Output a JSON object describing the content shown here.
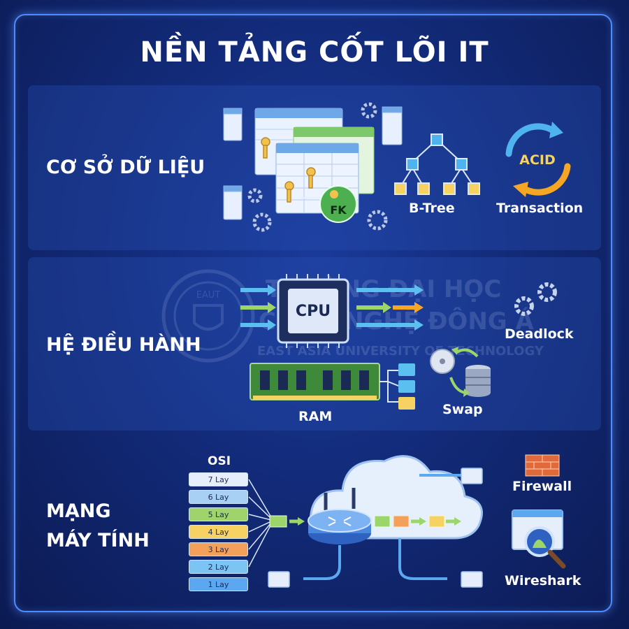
{
  "title": "NỀN TẢNG CỐT LÕI IT",
  "sections": {
    "database": {
      "label": "CƠ SỞ DỮ LIỆU",
      "fk_badge": "FK",
      "btree_label": "B-Tree",
      "acid_badge": "ACID",
      "transaction_label": "Transaction"
    },
    "os": {
      "label": "HỆ ĐIỀU HÀNH",
      "cpu_label": "CPU",
      "deadlock_label": "Deadlock",
      "ram_label": "RAM",
      "swap_label": "Swap"
    },
    "network": {
      "label_line1": "MẠNG",
      "label_line2": "MÁY TÍNH",
      "osi_title": "OSI",
      "layers": [
        "7 Lay",
        "6 Lay",
        "5 Lay",
        "4 Lay",
        "3 Lay",
        "2 Lay",
        "1 Lay"
      ],
      "firewall_label": "Firewall",
      "wireshark_label": "Wireshark"
    }
  },
  "watermark": {
    "line1": "TRƯỜNG ĐẠI HỌC",
    "line2": "CÔNG NGHỆ ĐÔNG Á",
    "line3": "EAST ASIA UNIVERSITY OF TECHNOLOGY",
    "seal_text": "EAUT"
  },
  "colors": {
    "background": "#122a78",
    "frame": "#4d8cff",
    "panel": "#1e3f96",
    "table_header": "#6fa8e8",
    "key": "#f2c14e",
    "fk_badge": "#4caf50",
    "acid_blue": "#4fb3f0",
    "acid_orange": "#f5a623",
    "arrow_blue": "#5bc0f0",
    "arrow_green": "#9cd66a",
    "arrow_orange": "#f5a623",
    "firewall": "#e06a3a",
    "layer_colors": [
      "#e6eefc",
      "#a8d0f5",
      "#9fd36b",
      "#f6d262",
      "#f3a05a",
      "#7cc4f4",
      "#5ba8f0"
    ]
  }
}
